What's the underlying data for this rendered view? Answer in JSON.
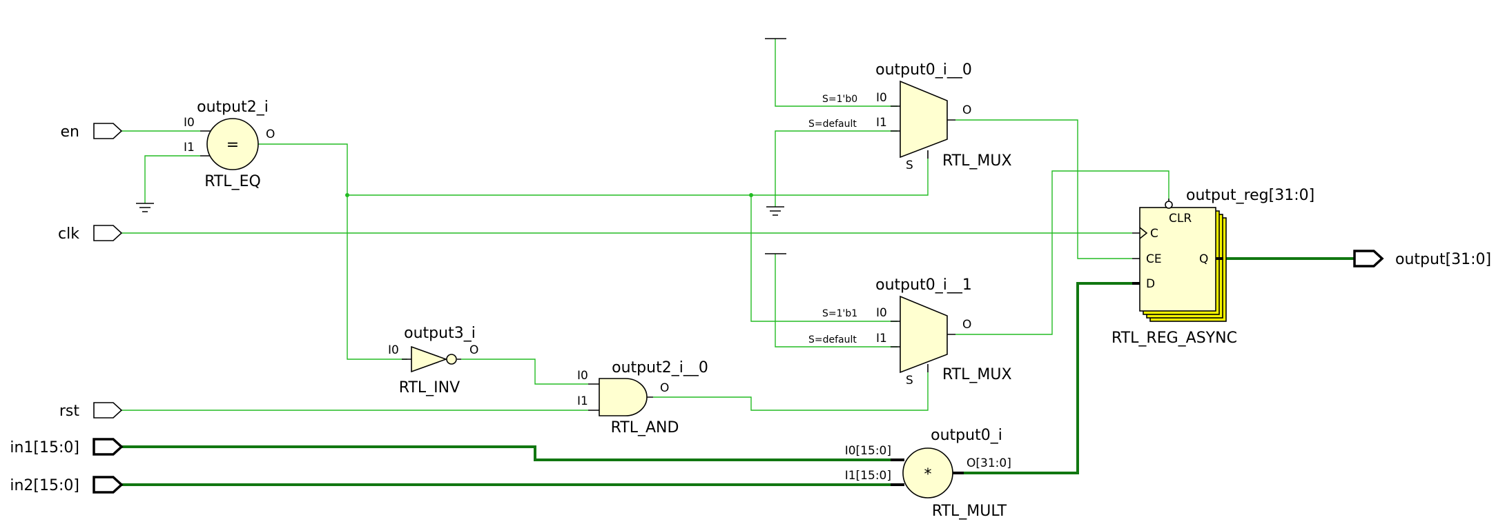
{
  "ports": {
    "en": "en",
    "clk": "clk",
    "rst": "rst",
    "in1": "in1[15:0]",
    "in2": "in2[15:0]",
    "output": "output[31:0]"
  },
  "cells": {
    "eq": {
      "name": "output2_i",
      "type": "RTL_EQ",
      "symbol": "=",
      "pins": {
        "i0": "I0",
        "i1": "I1",
        "o": "O"
      }
    },
    "mux0": {
      "name": "output0_i__0",
      "type": "RTL_MUX",
      "pins": {
        "i0": "I0",
        "i1": "I1",
        "o": "O",
        "s": "S",
        "s0": "S=1'b0",
        "s1": "S=default"
      }
    },
    "mux1": {
      "name": "output0_i__1",
      "type": "RTL_MUX",
      "pins": {
        "i0": "I0",
        "i1": "I1",
        "o": "O",
        "s": "S",
        "s0": "S=1'b1",
        "s1": "S=default"
      }
    },
    "inv": {
      "name": "output3_i",
      "type": "RTL_INV",
      "pins": {
        "i0": "I0",
        "o": "O"
      }
    },
    "and": {
      "name": "output2_i__0",
      "type": "RTL_AND",
      "pins": {
        "i0": "I0",
        "i1": "I1",
        "o": "O"
      }
    },
    "mult": {
      "name": "output0_i",
      "type": "RTL_MULT",
      "symbol": "*",
      "pins": {
        "i0": "I0[15:0]",
        "i1": "I1[15:0]",
        "o": "O[31:0]"
      }
    },
    "reg": {
      "name": "output_reg[31:0]",
      "type": "RTL_REG_ASYNC",
      "pins": {
        "clr": "CLR",
        "c": "C",
        "ce": "CE",
        "q": "Q",
        "d": "D"
      }
    }
  },
  "colors": {
    "wire": "#22bb22",
    "bus": "#117711",
    "cell_fill": "#ffffd0",
    "reg_stack": "#f0f000"
  }
}
